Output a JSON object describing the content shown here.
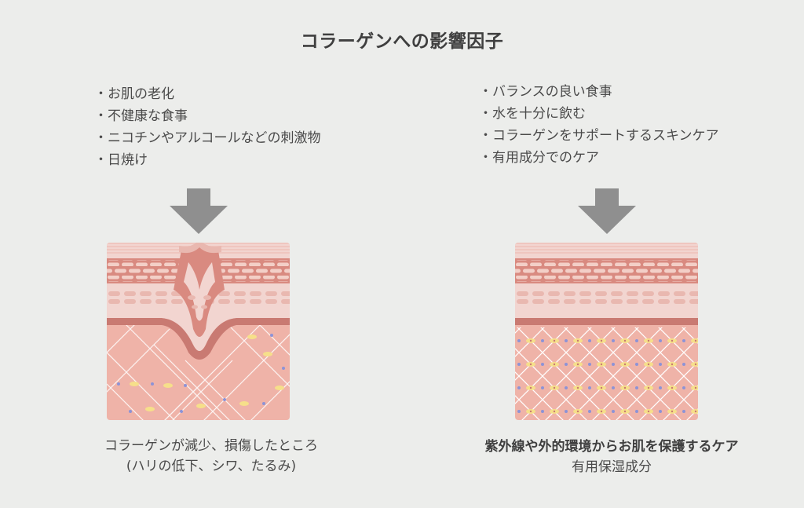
{
  "title": "コラーゲンへの影響因子",
  "left": {
    "factors": [
      "お肌の老化",
      "不健康な食事",
      "ニコチンやアルコールなどの刺激物",
      "日焼け"
    ],
    "caption_line1": "コラーゲンが減少、損傷したところ",
    "caption_line2": "(ハリの低下、シワ、たるみ)"
  },
  "right": {
    "factors": [
      "バランスの良い食事",
      "水を十分に飲む",
      "コラーゲンをサポートするスキンケア",
      "有用成分でのケア"
    ],
    "caption_line1": "紫外線や外的環境からお肌を保護するケア",
    "caption_line2": "有用保湿成分"
  },
  "icons": [
    "arrow-down-icon",
    "arrow-down-icon"
  ],
  "colors": {
    "background": "#ecedeb",
    "arrow": "#8f8f8f",
    "epidermis_top": "#f2d5d0",
    "epidermis_cells": "#d98a80",
    "basal_line": "#c97a72",
    "dermis": "#efb3a8",
    "fibers": "#ffffff",
    "fibroblast": "#f6df8a",
    "junction_dot": "#8d93d6"
  }
}
